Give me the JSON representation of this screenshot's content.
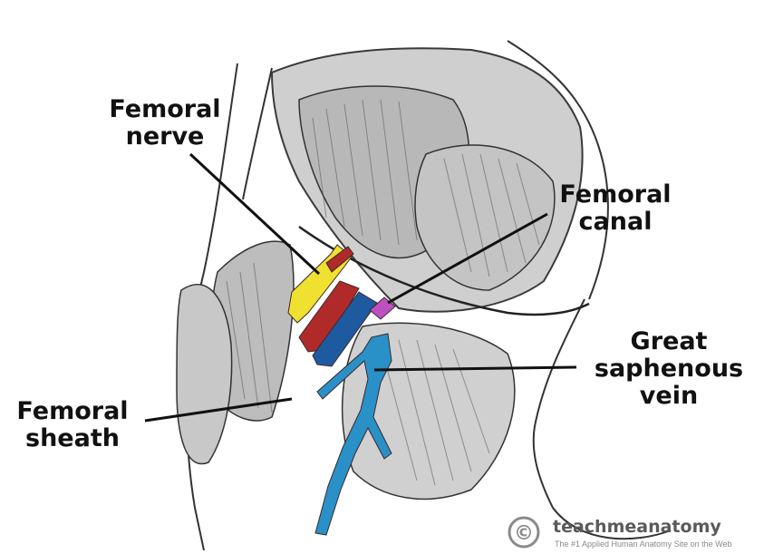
{
  "labels": {
    "femoral_nerve": [
      "Femoral",
      "nerve"
    ],
    "femoral_canal": [
      "Femoral",
      "canal"
    ],
    "great_saphenous_vein": [
      "Great",
      "saphenous",
      "vein"
    ],
    "femoral_sheath": [
      "Femoral",
      "sheath"
    ]
  },
  "structure_colors": {
    "femoral_nerve": "#f0e030",
    "femoral_artery": "#b02a2a",
    "femoral_vein": "#1e5aa0",
    "femoral_canal": "#c050c0",
    "great_saphenous_vein": "#2a90c8"
  },
  "watermark": {
    "symbol": "©",
    "name": "teachmeanatomy",
    "tagline": "The #1 Applied Human Anatomy Site on the Web"
  }
}
